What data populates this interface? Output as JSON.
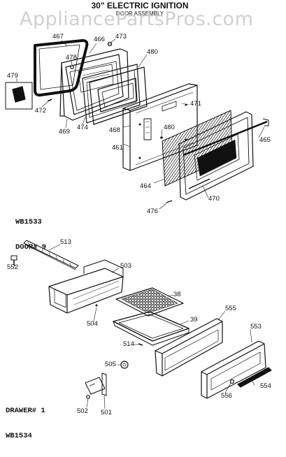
{
  "header": {
    "line1": "30\" ELECTRIC IGNITION",
    "line2": "DOOR ASSEMBLY"
  },
  "watermark": "AppliancePartsPros.com",
  "door_note": {
    "line1": "WB1533",
    "line2": "DOOR# 9"
  },
  "drawer_note": {
    "line1": "DRAWER# 1",
    "line2": "WB1534"
  },
  "part_numbers": {
    "p467": "467",
    "p466": "466",
    "p473": "473",
    "p478": "478",
    "p480a": "480",
    "p479": "479",
    "p472": "472",
    "p469": "469",
    "p474": "474",
    "p471": "471",
    "p468": "468",
    "p480b": "480",
    "p461": "461",
    "p465": "465",
    "p464": "464",
    "p470": "470",
    "p476": "476",
    "p513": "513",
    "p552": "552",
    "p503": "503",
    "p38": "38",
    "p555": "555",
    "p504": "504",
    "p39": "39",
    "p553": "553",
    "p514": "514",
    "p505": "505",
    "p556": "556",
    "p554": "554",
    "p502": "502",
    "p501": "501"
  }
}
